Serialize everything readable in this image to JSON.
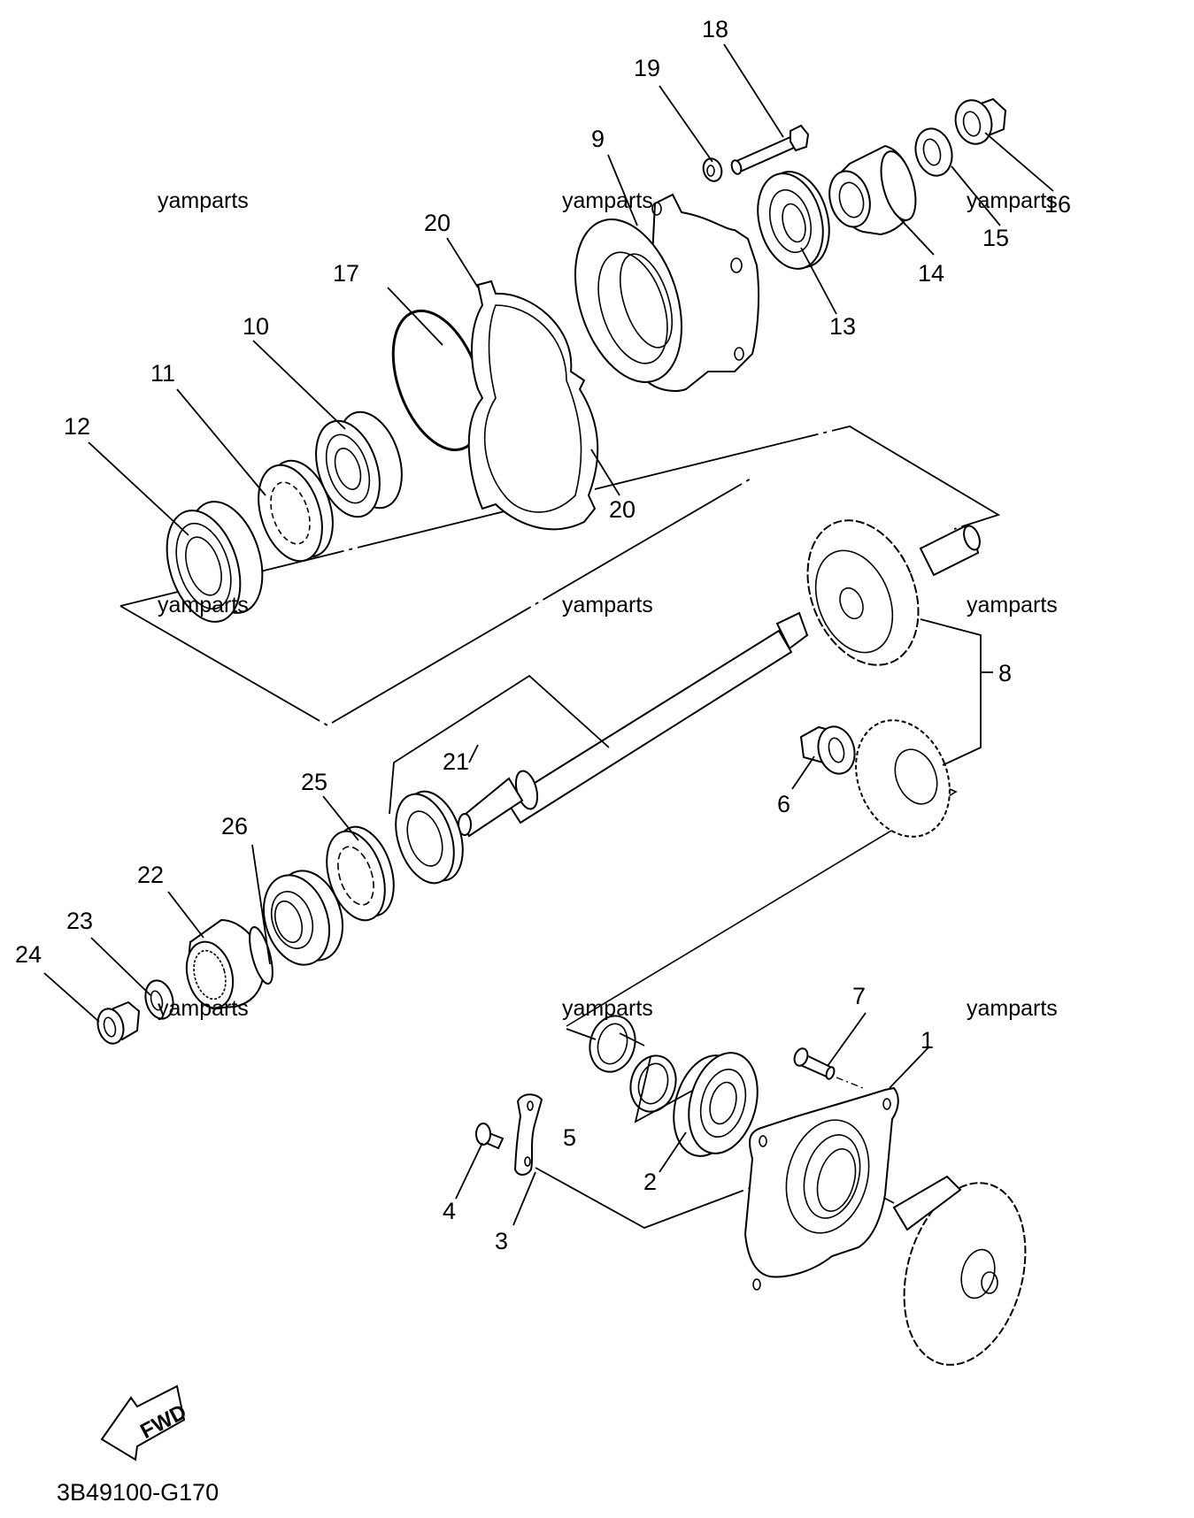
{
  "diagram": {
    "title_code": "3B49100-G170",
    "direction_label": "FWD",
    "watermark": "yamparts",
    "watermark_count": 9,
    "callouts": [
      {
        "id": "1",
        "label": "1"
      },
      {
        "id": "2",
        "label": "2"
      },
      {
        "id": "3",
        "label": "3"
      },
      {
        "id": "4",
        "label": "4"
      },
      {
        "id": "5",
        "label": "5"
      },
      {
        "id": "6",
        "label": "6"
      },
      {
        "id": "7",
        "label": "7"
      },
      {
        "id": "8",
        "label": "8"
      },
      {
        "id": "9",
        "label": "9"
      },
      {
        "id": "10",
        "label": "10"
      },
      {
        "id": "11",
        "label": "11"
      },
      {
        "id": "12",
        "label": "12"
      },
      {
        "id": "13",
        "label": "13"
      },
      {
        "id": "14",
        "label": "14"
      },
      {
        "id": "15",
        "label": "15"
      },
      {
        "id": "16",
        "label": "16"
      },
      {
        "id": "17",
        "label": "17"
      },
      {
        "id": "18",
        "label": "18"
      },
      {
        "id": "19",
        "label": "19"
      },
      {
        "id": "20a",
        "label": "20"
      },
      {
        "id": "20b",
        "label": "20"
      },
      {
        "id": "21",
        "label": "21"
      },
      {
        "id": "22",
        "label": "22"
      },
      {
        "id": "23",
        "label": "23"
      },
      {
        "id": "24",
        "label": "24"
      },
      {
        "id": "25",
        "label": "25"
      },
      {
        "id": "26",
        "label": "26"
      }
    ]
  }
}
